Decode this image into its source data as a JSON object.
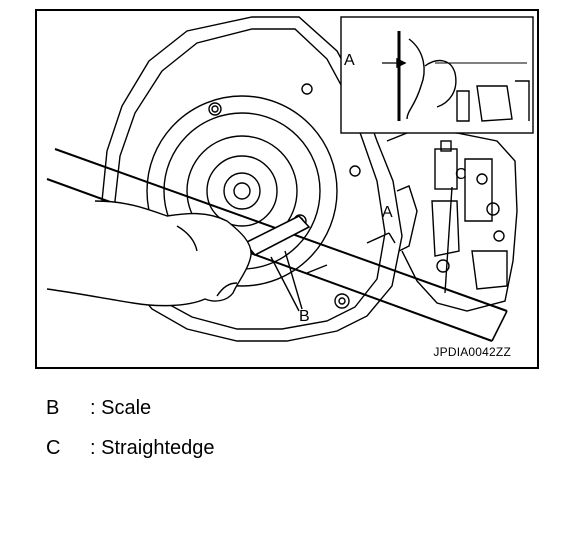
{
  "figure": {
    "id_code": "JPDIA0042ZZ",
    "callouts": {
      "a_inset": "A",
      "a_main": "A",
      "b": "B",
      "c": "C"
    }
  },
  "legend": [
    {
      "key": "B",
      "description": ": Scale"
    },
    {
      "key": "C",
      "description": ": Straightedge"
    }
  ]
}
